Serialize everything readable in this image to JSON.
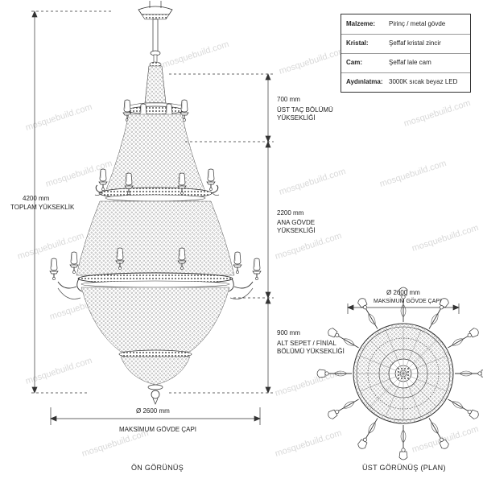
{
  "specs": [
    {
      "label": "Malzeme:",
      "value": "Pirinç / metal gövde"
    },
    {
      "label": "Kristal:",
      "value": "Şeffaf kristal zincir"
    },
    {
      "label": "Cam:",
      "value": "Şeffaf lale cam"
    },
    {
      "label": "Aydınlatma:",
      "value": "3000K sıcak beyaz LED"
    }
  ],
  "dimensions": {
    "total": {
      "value": "4200 mm",
      "label": "TOPLAM YÜKSEKLİK"
    },
    "crown": {
      "value": "700 mm",
      "label_1": "ÜST TAÇ BÖLÜMÜ",
      "label_2": "YÜKSEKLİĞİ"
    },
    "body": {
      "value": "2200 mm",
      "label_1": "ANA GÖVDE",
      "label_2": "YÜKSEKLİĞİ"
    },
    "basket": {
      "value": "900 mm",
      "label_1": "ALT SEPET / FİNİAL",
      "label_2": "BÖLÜMÜ YÜKSEKLİĞİ"
    },
    "front_width": {
      "value": "Ø 2600 mm",
      "label": "MAKSİMUM GÖVDE ÇAPI"
    },
    "plan_width": {
      "value": "Ø 2600 mm",
      "label": "MAKSİMUM GÖVDE ÇAPI"
    }
  },
  "views": {
    "front": "ÖN GÖRÜNÜŞ",
    "plan": "ÜST GÖRÜNÜŞ (PLAN)"
  },
  "watermark": "mosquebuild.com"
}
